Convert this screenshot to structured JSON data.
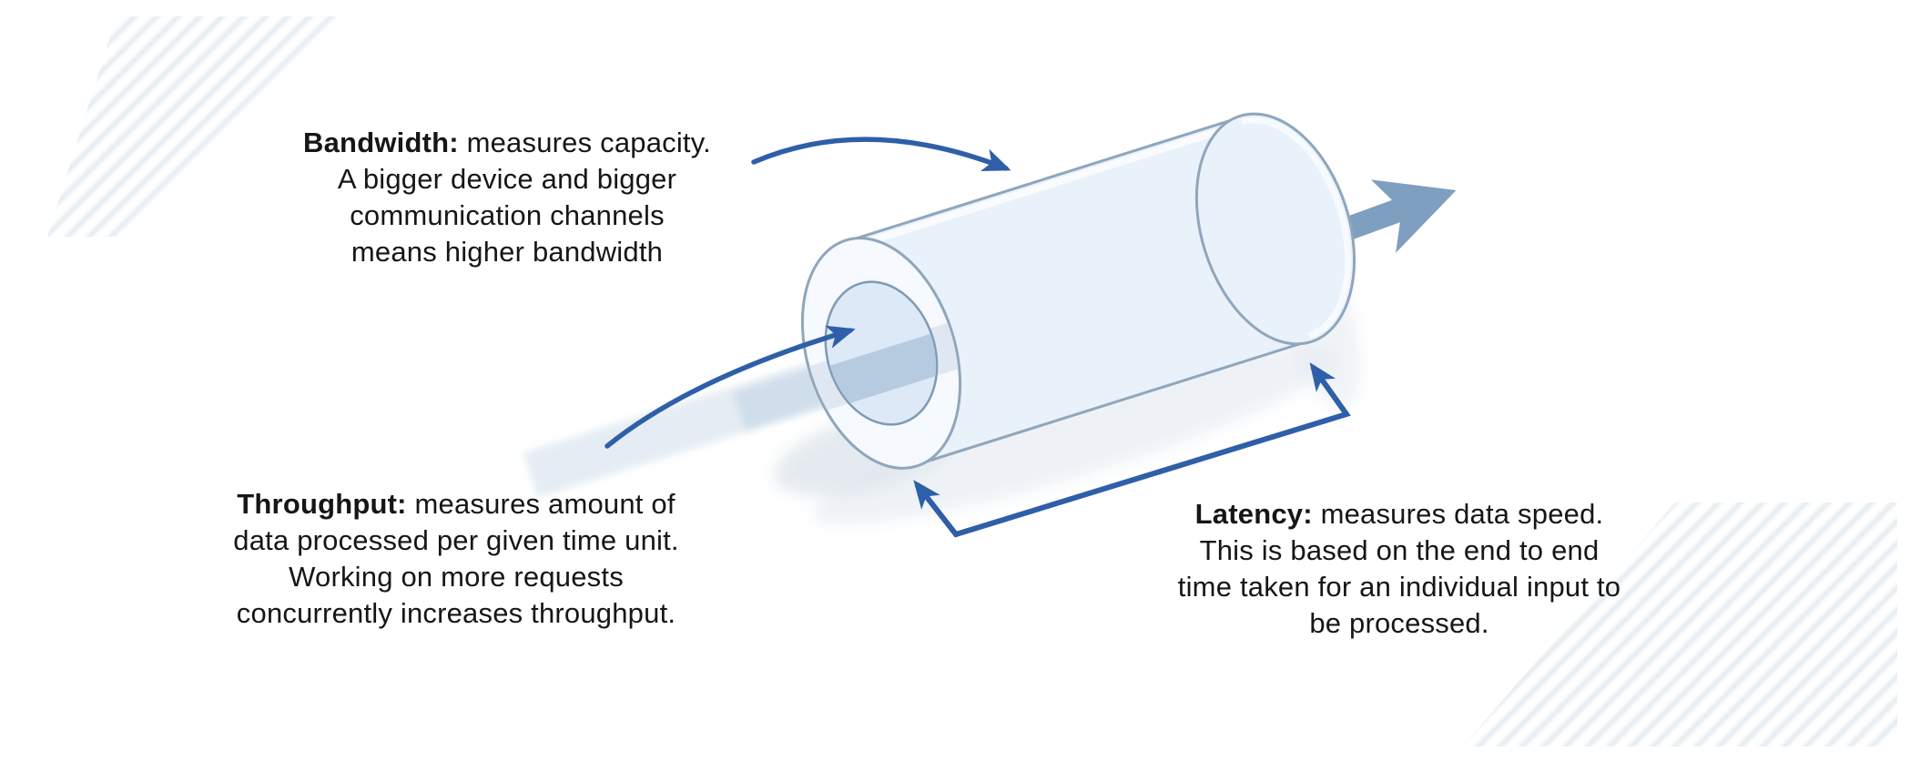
{
  "title": "Bandwidth, Throughput and Latency pipe diagram",
  "notes": {
    "bandwidth": {
      "term": "Bandwidth:",
      "line1_rest": " measures capacity.",
      "line2": "A bigger device and bigger",
      "line3": "communication channels",
      "line4": "means higher bandwidth"
    },
    "throughput": {
      "term": "Throughput:",
      "line1_rest": " measures amount of",
      "line2": "data processed per given time unit.",
      "line3": "Working on more requests",
      "line4": "concurrently increases throughput."
    },
    "latency": {
      "term": "Latency:",
      "line1_rest": " measures data speed.",
      "line2": "This is based on the end to end",
      "line3": "time taken for an individual input to",
      "line4": "be processed."
    }
  },
  "colors": {
    "background": "#ffffff",
    "annotation_arrow": "#2e5fa8",
    "output_arrow": "#7f9fc0",
    "pipe_fill": "#e9f1fa",
    "pipe_outline": "#8fa6bc",
    "pipe_ring": "#f6f9fd",
    "pipe_opening": "#dde9f6",
    "pipe_inner_outline": "#7f9ab4",
    "data_beam": "#b6cbe0",
    "beam_faint": "#e3ebf2",
    "hatch": "#dce5ed",
    "text": "#161616"
  },
  "icons": {
    "pipe": "pipe-cylinder-illustration",
    "output_arrow": "data-output-arrow",
    "bandwidth_arrow": "curved-arrow-to-pipe-surface",
    "throughput_arrow": "curved-arrow-into-pipe-opening",
    "latency_bracket": "length-measurement-bracket-arrow"
  }
}
